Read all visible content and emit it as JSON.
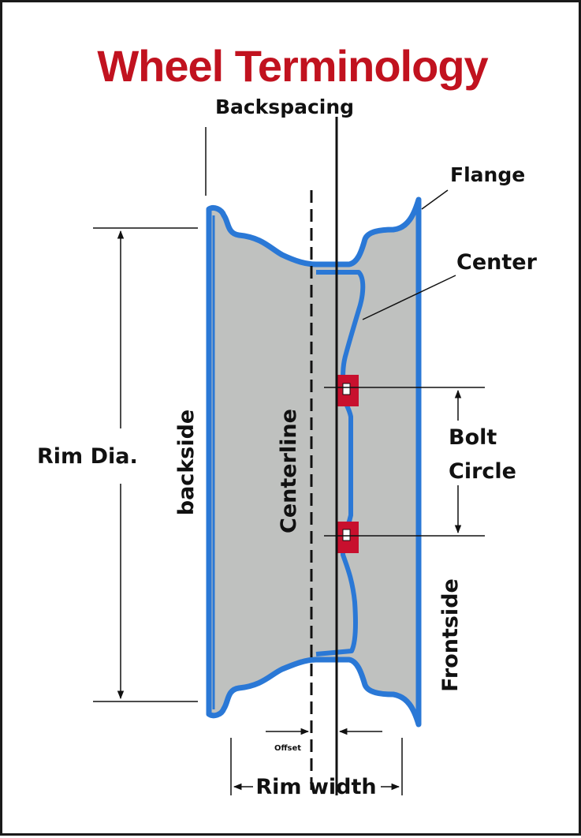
{
  "title": "Wheel Terminology",
  "colors": {
    "title": "#c1121f",
    "rim_outline": "#2a78d6",
    "rim_fill": "#bfc1bf",
    "bolt_mark": "#c8102e",
    "lines": "#111111"
  },
  "labels": {
    "backspacing": "Backspacing",
    "flange": "Flange",
    "center": "Center",
    "rim_dia": "Rim Dia.",
    "backside": "backside",
    "centerline": "Centerline",
    "bolt": "Bolt",
    "circle": "Circle",
    "frontside": "Frontside",
    "offset": "Offset",
    "rim_width": "Rim width"
  }
}
